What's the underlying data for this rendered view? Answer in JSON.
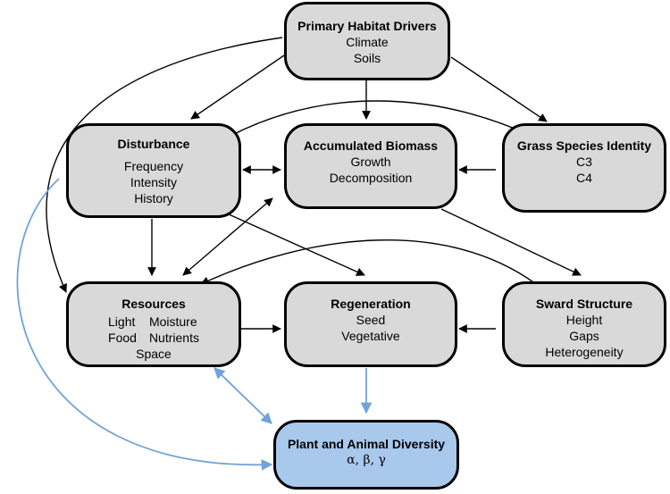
{
  "nodes": {
    "primary": {
      "title": "Primary Habitat Drivers",
      "lines": [
        "Climate",
        "Soils"
      ]
    },
    "disturbance": {
      "title": "Disturbance",
      "lines": [
        "Frequency",
        "Intensity",
        "History"
      ]
    },
    "biomass": {
      "title": "Accumulated Biomass",
      "lines": [
        "Growth",
        "Decomposition"
      ]
    },
    "grass": {
      "title": "Grass Species Identity",
      "lines": [
        "C3",
        "C4"
      ]
    },
    "resources": {
      "title": "Resources",
      "grid": [
        "Light",
        "Moisture",
        "Food",
        "Nutrients"
      ],
      "last": "Space"
    },
    "regeneration": {
      "title": "Regeneration",
      "lines": [
        "Seed",
        "Vegetative"
      ]
    },
    "sward": {
      "title": "Sward Structure",
      "lines": [
        "Height",
        "Gaps",
        "Heterogeneity"
      ]
    },
    "diversity": {
      "title": "Plant and Animal Diversity",
      "lines": [
        "α, β, γ"
      ]
    }
  },
  "colors": {
    "node_fill": "#d9d9d9",
    "diversity_fill": "#a9c9ec",
    "black_arrow": "#000000",
    "blue_arrow": "#6fa3d9"
  }
}
